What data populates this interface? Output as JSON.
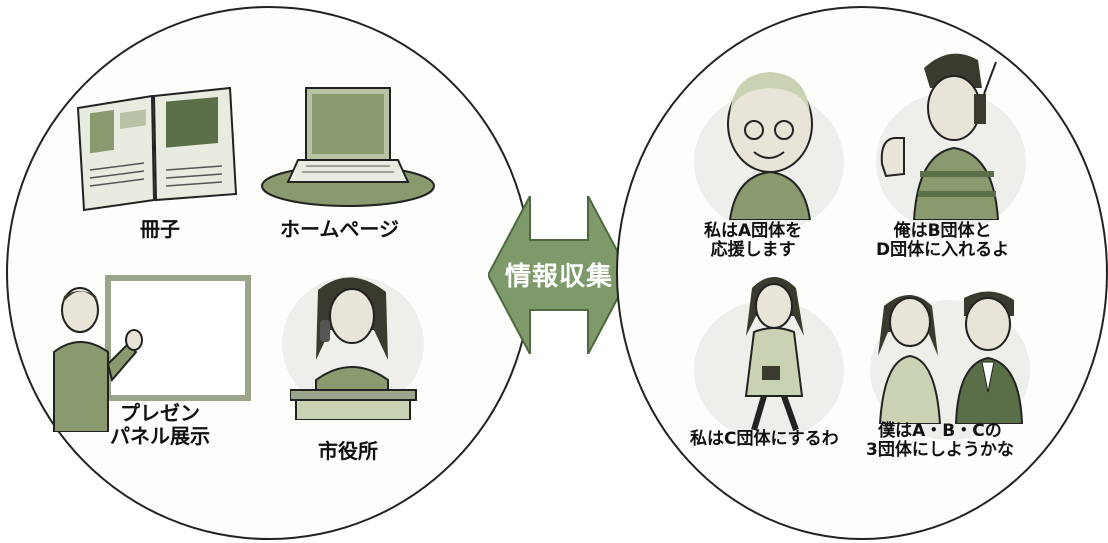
{
  "left_items": [
    {
      "label_lines": [
        "冊子"
      ]
    },
    {
      "label_lines": [
        "ホームページ"
      ]
    },
    {
      "label_lines": [
        "プレゼン",
        "パネル展示"
      ]
    },
    {
      "label_lines": [
        "市役所"
      ]
    }
  ],
  "center": {
    "label": "情報収集"
  },
  "right_items": [
    {
      "label_lines": [
        "私はA団体を",
        "応援します"
      ]
    },
    {
      "label_lines": [
        "俺はB団体と",
        "D団体に入れるよ"
      ]
    },
    {
      "label_lines": [
        "私はC団体にするわ"
      ]
    },
    {
      "label_lines": [
        "僕はA・B・Cの",
        "3団体にしようかな"
      ]
    }
  ],
  "colors": {
    "green": "#8a9a6e",
    "dark_green": "#5a6e48",
    "light_green": "#c9d3b4",
    "outline": "#222222"
  }
}
